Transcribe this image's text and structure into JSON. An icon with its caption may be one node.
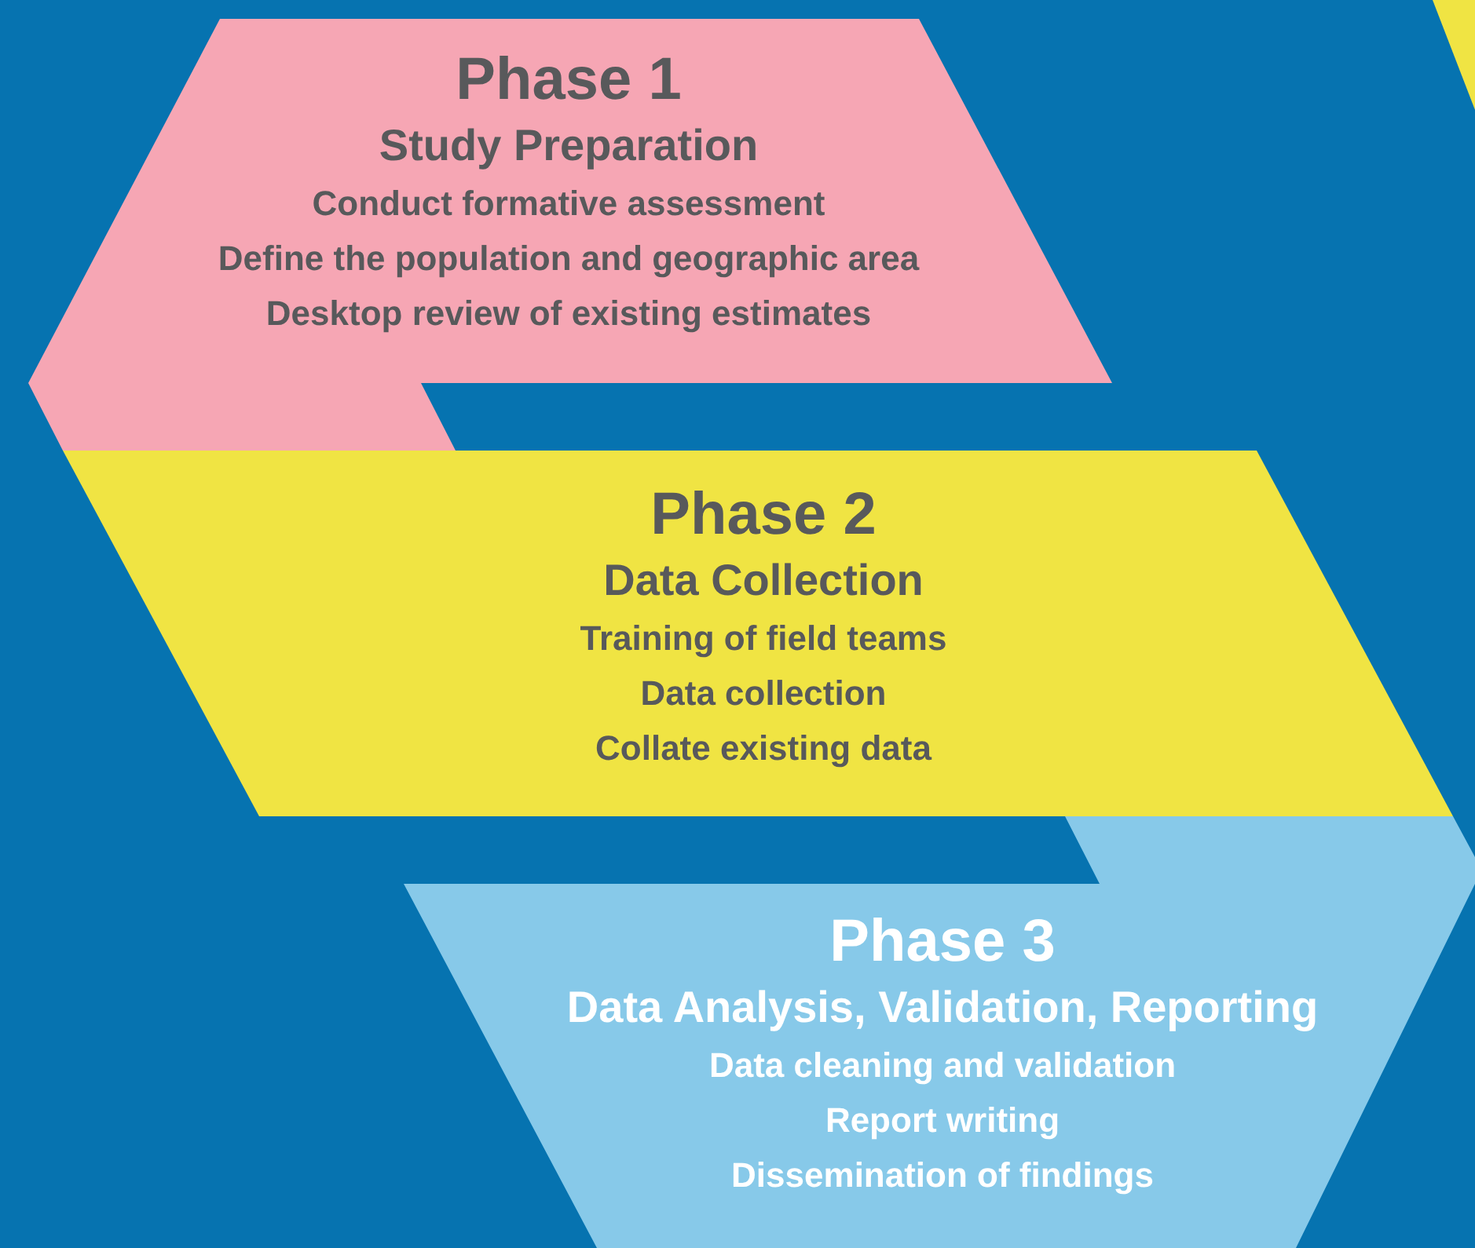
{
  "diagram": {
    "nodes": [
      {
        "text": [
          "Phase 1",
          "Study Preparation",
          "Conduct formative assessment",
          "Define the population and geographic area",
          "Desktop review of existing estimates"
        ]
      },
      {
        "text": [
          "Phase 2",
          "Data Collection",
          "Training of field teams",
          "Data collection",
          "Collate existing data"
        ]
      },
      {
        "text": [
          "Phase 3",
          "Data Analysis, Validation, Reporting",
          "Data cleaning and validation",
          "Report writing",
          "Dissemination of findings"
        ]
      }
    ]
  }
}
